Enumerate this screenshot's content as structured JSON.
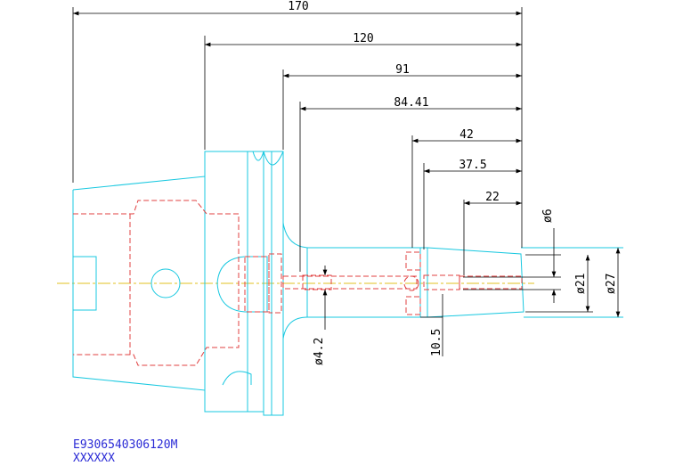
{
  "dimensions": {
    "overall_length": "170",
    "length_120": "120",
    "length_91": "91",
    "length_84_41": "84.41",
    "length_42": "42",
    "length_37_5": "37.5",
    "length_22": "22",
    "diameter_6": "ø6",
    "diameter_21": "ø21",
    "diameter_27": "ø27",
    "diameter_4_2": "ø4.2",
    "length_10_5": "10.5"
  },
  "drawing_code": {
    "line1": "E9306540306120M",
    "line2": "XXXXXX"
  },
  "colors": {
    "outline": "#18c8e0",
    "hidden": "#e04040",
    "centerline": "#e0c020",
    "dimension": "#000000",
    "code_text": "#2b2bd6"
  }
}
